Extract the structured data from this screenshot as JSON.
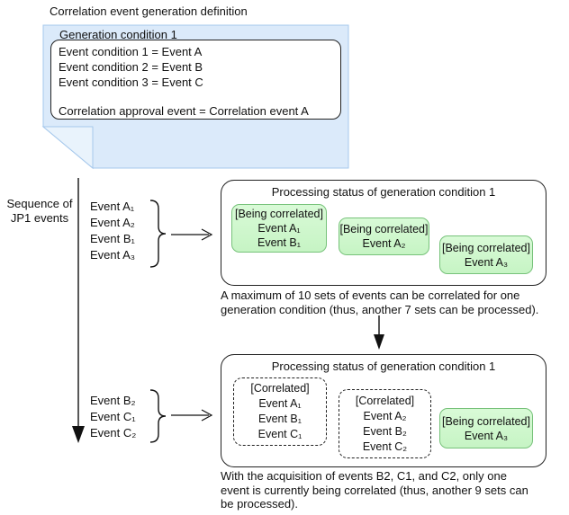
{
  "title": "Correlation event generation definition",
  "definition_note": {
    "heading": "Generation condition 1",
    "conditions": [
      "Event condition 1 = Event A",
      "Event condition 2 = Event B",
      "Event condition 3 = Event C"
    ],
    "approval": "Correlation approval event = Correlation event A"
  },
  "sequence_label": {
    "line1": "Sequence of",
    "line2": "JP1 events"
  },
  "event_group_1": [
    "Event A₁",
    "Event A₂",
    "Event B₁",
    "Event A₃"
  ],
  "event_group_2": [
    "Event B₂",
    "Event C₁",
    "Event C₂"
  ],
  "status_box_1": {
    "title": "Processing status of generation condition 1",
    "sets": [
      {
        "state": "[Being correlated]",
        "events": [
          "Event A₁",
          "Event B₁"
        ]
      },
      {
        "state": "[Being correlated]",
        "events": [
          "Event A₂"
        ]
      },
      {
        "state": "[Being correlated]",
        "events": [
          "Event A₃"
        ]
      }
    ],
    "caption_lines": [
      "A maximum of 10 sets of events can be correlated for one",
      "generation condition (thus, another 7 sets can be processed)."
    ]
  },
  "status_box_2": {
    "title": "Processing status of generation condition 1",
    "sets": [
      {
        "state": "[Correlated]",
        "events": [
          "Event A₁",
          "Event B₁",
          "Event C₁"
        ]
      },
      {
        "state": "[Correlated]",
        "events": [
          "Event A₂",
          "Event B₂",
          "Event C₂"
        ]
      },
      {
        "state": "[Being correlated]",
        "events": [
          "Event A₃"
        ]
      }
    ],
    "caption_lines": [
      "With the acquisition of events B2, C1, and C2, only one",
      "event is currently being correlated (thus, another 9 sets can",
      "be processed)."
    ]
  },
  "colors": {
    "note_fill": "#dbeafa",
    "note_fold_fill": "#e9f3fc",
    "note_border": "#a6c8ec",
    "being_correlated_fill": "#cdf7cb",
    "being_correlated_border": "#77c27a",
    "line_color": "#111111"
  }
}
